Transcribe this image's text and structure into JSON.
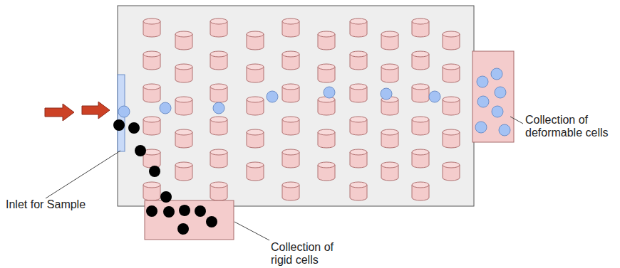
{
  "diagram": {
    "labels": [
      "Inlet for Sample",
      "Collection of deformable cells",
      "Collection of rigid cells"
    ]
  }
}
